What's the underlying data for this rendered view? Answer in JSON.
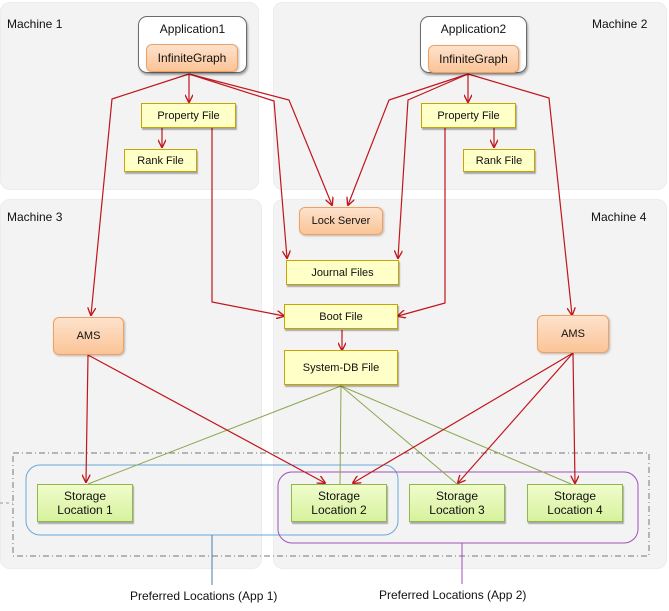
{
  "machines": [
    {
      "label": "Machine 1"
    },
    {
      "label": "Machine 2"
    },
    {
      "label": "Machine 3"
    },
    {
      "label": "Machine 4"
    }
  ],
  "applications": [
    {
      "label": "Application1",
      "component": "InfiniteGraph"
    },
    {
      "label": "Application2",
      "component": "InfiniteGraph"
    }
  ],
  "files": {
    "property_file_1": "Property File",
    "rank_file_1": "Rank File",
    "property_file_2": "Property File",
    "rank_file_2": "Rank File",
    "journal_files": "Journal Files",
    "boot_file": "Boot File",
    "system_db_file": "System-DB File"
  },
  "servers": {
    "lock_server": "Lock Server",
    "ams_1": "AMS",
    "ams_2": "AMS"
  },
  "storage_locations": [
    {
      "label": "Storage Location 1",
      "line1": "Storage",
      "line2": "Location 1"
    },
    {
      "label": "Storage Location 2",
      "line1": "Storage",
      "line2": "Location 2"
    },
    {
      "label": "Storage Location 3",
      "line1": "Storage",
      "line2": "Location 3"
    },
    {
      "label": "Storage Location 4",
      "line1": "Storage",
      "line2": "Location 4"
    }
  ],
  "preferred_locations": {
    "app1": "Preferred Locations (App 1)",
    "app2": "Preferred Locations (App 2)"
  },
  "colors": {
    "arrow_red": "#c0161c",
    "link_green": "#7a9a3c",
    "app1_group": "#6aa8dc",
    "app2_group": "#a050b8",
    "node_orange": "#fbc497",
    "node_yellow": "#ffffc8",
    "node_green": "#d6f29d"
  },
  "edges": [
    {
      "from": "InfiniteGraph (App1)",
      "to": "Property File (App1)"
    },
    {
      "from": "Property File (App1)",
      "to": "Rank File (App1)"
    },
    {
      "from": "InfiniteGraph (App1)",
      "to": "AMS (Machine 3)"
    },
    {
      "from": "InfiniteGraph (App1)",
      "to": "Lock Server"
    },
    {
      "from": "InfiniteGraph (App1)",
      "to": "Journal Files"
    },
    {
      "from": "Property File (App1)",
      "to": "Boot File"
    },
    {
      "from": "InfiniteGraph (App2)",
      "to": "Property File (App2)"
    },
    {
      "from": "Property File (App2)",
      "to": "Rank File (App2)"
    },
    {
      "from": "InfiniteGraph (App2)",
      "to": "AMS (Machine 4)"
    },
    {
      "from": "InfiniteGraph (App2)",
      "to": "Lock Server"
    },
    {
      "from": "InfiniteGraph (App2)",
      "to": "Journal Files"
    },
    {
      "from": "Property File (App2)",
      "to": "Boot File"
    },
    {
      "from": "Boot File",
      "to": "System-DB File"
    },
    {
      "from": "AMS (Machine 3)",
      "to": "Storage Location 1"
    },
    {
      "from": "AMS (Machine 3)",
      "to": "Storage Location 2"
    },
    {
      "from": "AMS (Machine 4)",
      "to": "Storage Location 2"
    },
    {
      "from": "AMS (Machine 4)",
      "to": "Storage Location 3"
    },
    {
      "from": "AMS (Machine 4)",
      "to": "Storage Location 4"
    },
    {
      "from": "System-DB File",
      "to": "Storage Location 1",
      "style": "green"
    },
    {
      "from": "System-DB File",
      "to": "Storage Location 2",
      "style": "green"
    },
    {
      "from": "System-DB File",
      "to": "Storage Location 3",
      "style": "green"
    },
    {
      "from": "System-DB File",
      "to": "Storage Location 4",
      "style": "green"
    }
  ]
}
